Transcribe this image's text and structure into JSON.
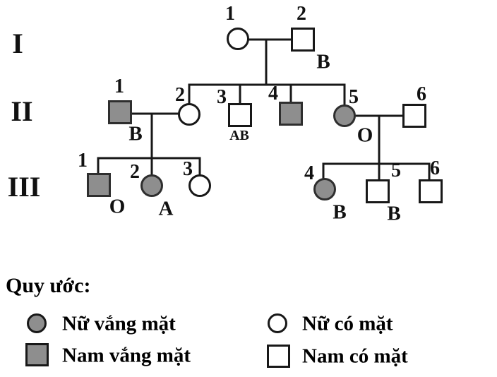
{
  "diagram_type": "pedigree-chart",
  "colors": {
    "background": "#ffffff",
    "line": "#181818",
    "absent_fill": "#8e8e8e"
  },
  "generation_labels": {
    "I": "I",
    "II": "II",
    "III": "III"
  },
  "individuals": {
    "I1": {
      "num": "1",
      "sex": "female",
      "present": true,
      "blood_type": ""
    },
    "I2": {
      "num": "2",
      "sex": "male",
      "present": true,
      "blood_type": "B"
    },
    "II1": {
      "num": "1",
      "sex": "male",
      "present": false,
      "blood_type": "B"
    },
    "II2": {
      "num": "2",
      "sex": "female",
      "present": true,
      "blood_type": ""
    },
    "II3": {
      "num": "3",
      "sex": "male",
      "present": true,
      "blood_type": "AB"
    },
    "II4": {
      "num": "4",
      "sex": "male",
      "present": false,
      "blood_type": ""
    },
    "II5": {
      "num": "5",
      "sex": "female",
      "present": false,
      "blood_type": "O"
    },
    "II6": {
      "num": "6",
      "sex": "male",
      "present": true,
      "blood_type": ""
    },
    "III1": {
      "num": "1",
      "sex": "male",
      "present": false,
      "blood_type": "O"
    },
    "III2": {
      "num": "2",
      "sex": "female",
      "present": false,
      "blood_type": "A"
    },
    "III3": {
      "num": "3",
      "sex": "female",
      "present": true,
      "blood_type": ""
    },
    "III4": {
      "num": "4",
      "sex": "female",
      "present": false,
      "blood_type": "B"
    },
    "III5": {
      "num": "5",
      "sex": "male",
      "present": true,
      "blood_type": "B"
    },
    "III6": {
      "num": "6",
      "sex": "male",
      "present": true,
      "blood_type": ""
    }
  },
  "legend": {
    "title": "Quy ước:",
    "items": [
      {
        "symbol": "filled-circle",
        "label": "Nữ vắng mặt"
      },
      {
        "symbol": "filled-square",
        "label": "Nam vắng mặt"
      },
      {
        "symbol": "empty-circle",
        "label": "Nữ có mặt"
      },
      {
        "symbol": "empty-square",
        "label": "Nam có mặt"
      }
    ]
  }
}
